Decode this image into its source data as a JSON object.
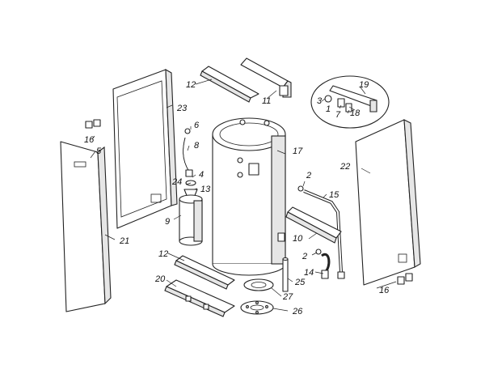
{
  "parts": {
    "p1": "1",
    "p2a": "2",
    "p2b": "2",
    "p3": "3",
    "p4": "4",
    "p5": "5",
    "p6": "6",
    "p7": "7",
    "p8": "8",
    "p9": "9",
    "p10": "10",
    "p11": "11",
    "p12a": "12",
    "p12b": "12",
    "p13": "13",
    "p14": "14",
    "p15": "15",
    "p16a": "16",
    "p16b": "16",
    "p17": "17",
    "p18": "18",
    "p19": "19",
    "p20": "20",
    "p21": "21",
    "p22": "22",
    "p23": "23",
    "p24": "24",
    "p25": "25",
    "p26": "26",
    "p27": "27"
  },
  "colors": {
    "line": "#222222",
    "background": "#ffffff",
    "shade": "#e6e6e6"
  }
}
